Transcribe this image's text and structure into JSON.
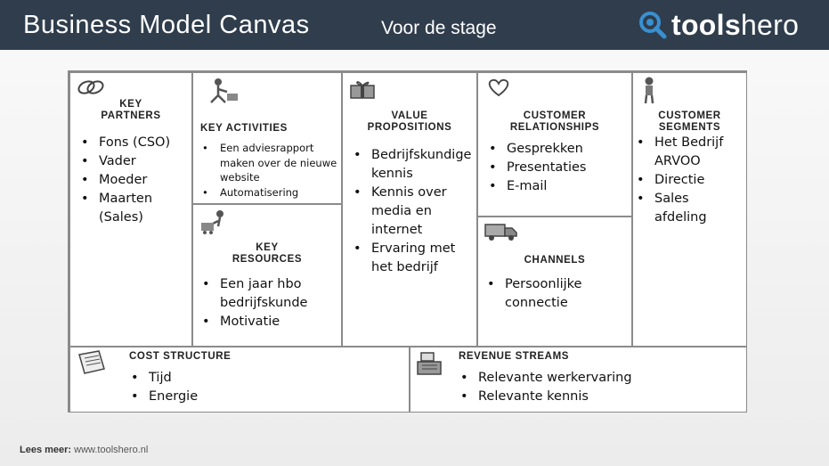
{
  "header": {
    "title": "Business Model Canvas",
    "subtitle": "Voor de stage",
    "logo_bold": "tools",
    "logo_light": "hero"
  },
  "canvas": {
    "key_partners": {
      "title_line1": "KEY",
      "title_line2": "PARTNERS",
      "items": [
        "Fons (CSO)",
        "Vader",
        "Moeder",
        "Maarten (Sales)"
      ]
    },
    "key_activities": {
      "title": "KEY ACTIVITIES",
      "items": [
        "Een adviesrapport maken over de nieuwe website",
        "Automatisering"
      ]
    },
    "key_resources": {
      "title_line1": "KEY",
      "title_line2": "RESOURCES",
      "items": [
        "Een jaar hbo bedrijfskunde",
        "Motivatie"
      ]
    },
    "value_propositions": {
      "title_line1": "VALUE",
      "title_line2": "PROPOSITIONS",
      "items": [
        "Bedrijfskundige kennis",
        "Kennis over media en internet",
        "Ervaring met het bedrijf"
      ]
    },
    "customer_relationships": {
      "title_line1": "CUSTOMER",
      "title_line2": "RELATIONSHIPS",
      "items": [
        "Gesprekken",
        "Presentaties",
        "E-mail"
      ]
    },
    "channels": {
      "title": "CHANNELS",
      "items": [
        "Persoonlijke connectie"
      ]
    },
    "customer_segments": {
      "title_line1": "CUSTOMER",
      "title_line2": "SEGMENTS",
      "items": [
        "Het Bedrijf ARVOO",
        "Directie",
        "Sales afdeling"
      ]
    },
    "cost_structure": {
      "title": "COST STRUCTURE",
      "items": [
        "Tijd",
        "Energie"
      ]
    },
    "revenue_streams": {
      "title": "REVENUE STREAMS",
      "items": [
        "Relevante werkervaring",
        "Relevante kennis"
      ]
    }
  },
  "footer": {
    "label": "Lees meer:",
    "url": "www.toolshero.nl"
  },
  "colors": {
    "header_bg": "#2f3d4c",
    "logo_accent": "#3a8fd0",
    "border": "#8b8b8b"
  }
}
